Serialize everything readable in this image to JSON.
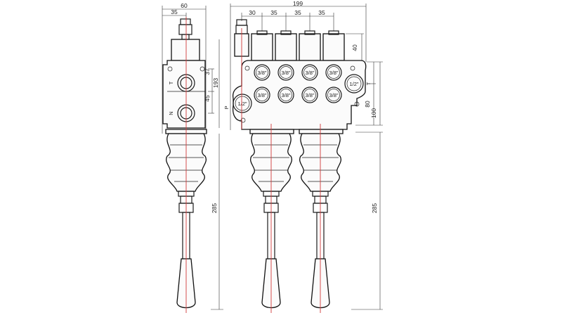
{
  "dimensions": {
    "side_width": "60",
    "side_offset": "35",
    "total_width": "199",
    "first_spacing": "30",
    "spacing_2": "35",
    "spacing_3": "35",
    "spacing_4": "35",
    "cap_height": "40",
    "side_vert_37": "37",
    "side_vert_193": "193",
    "side_vert_45": "45",
    "lever_length_left": "285",
    "lever_length_right": "285",
    "right_80": "80",
    "right_100": "100"
  },
  "ports": {
    "upper_row": [
      "3/8\"",
      "3/8\"",
      "3/8\"",
      "3/8\""
    ],
    "lower_row": [
      "3/8\"",
      "3/8\"",
      "3/8\"",
      "3/8\""
    ],
    "inlet": "1/2\"",
    "outlet": "1/2\""
  },
  "labels": {
    "side_t": "T",
    "side_n": "N",
    "front_p": "P",
    "front_t": "T"
  }
}
